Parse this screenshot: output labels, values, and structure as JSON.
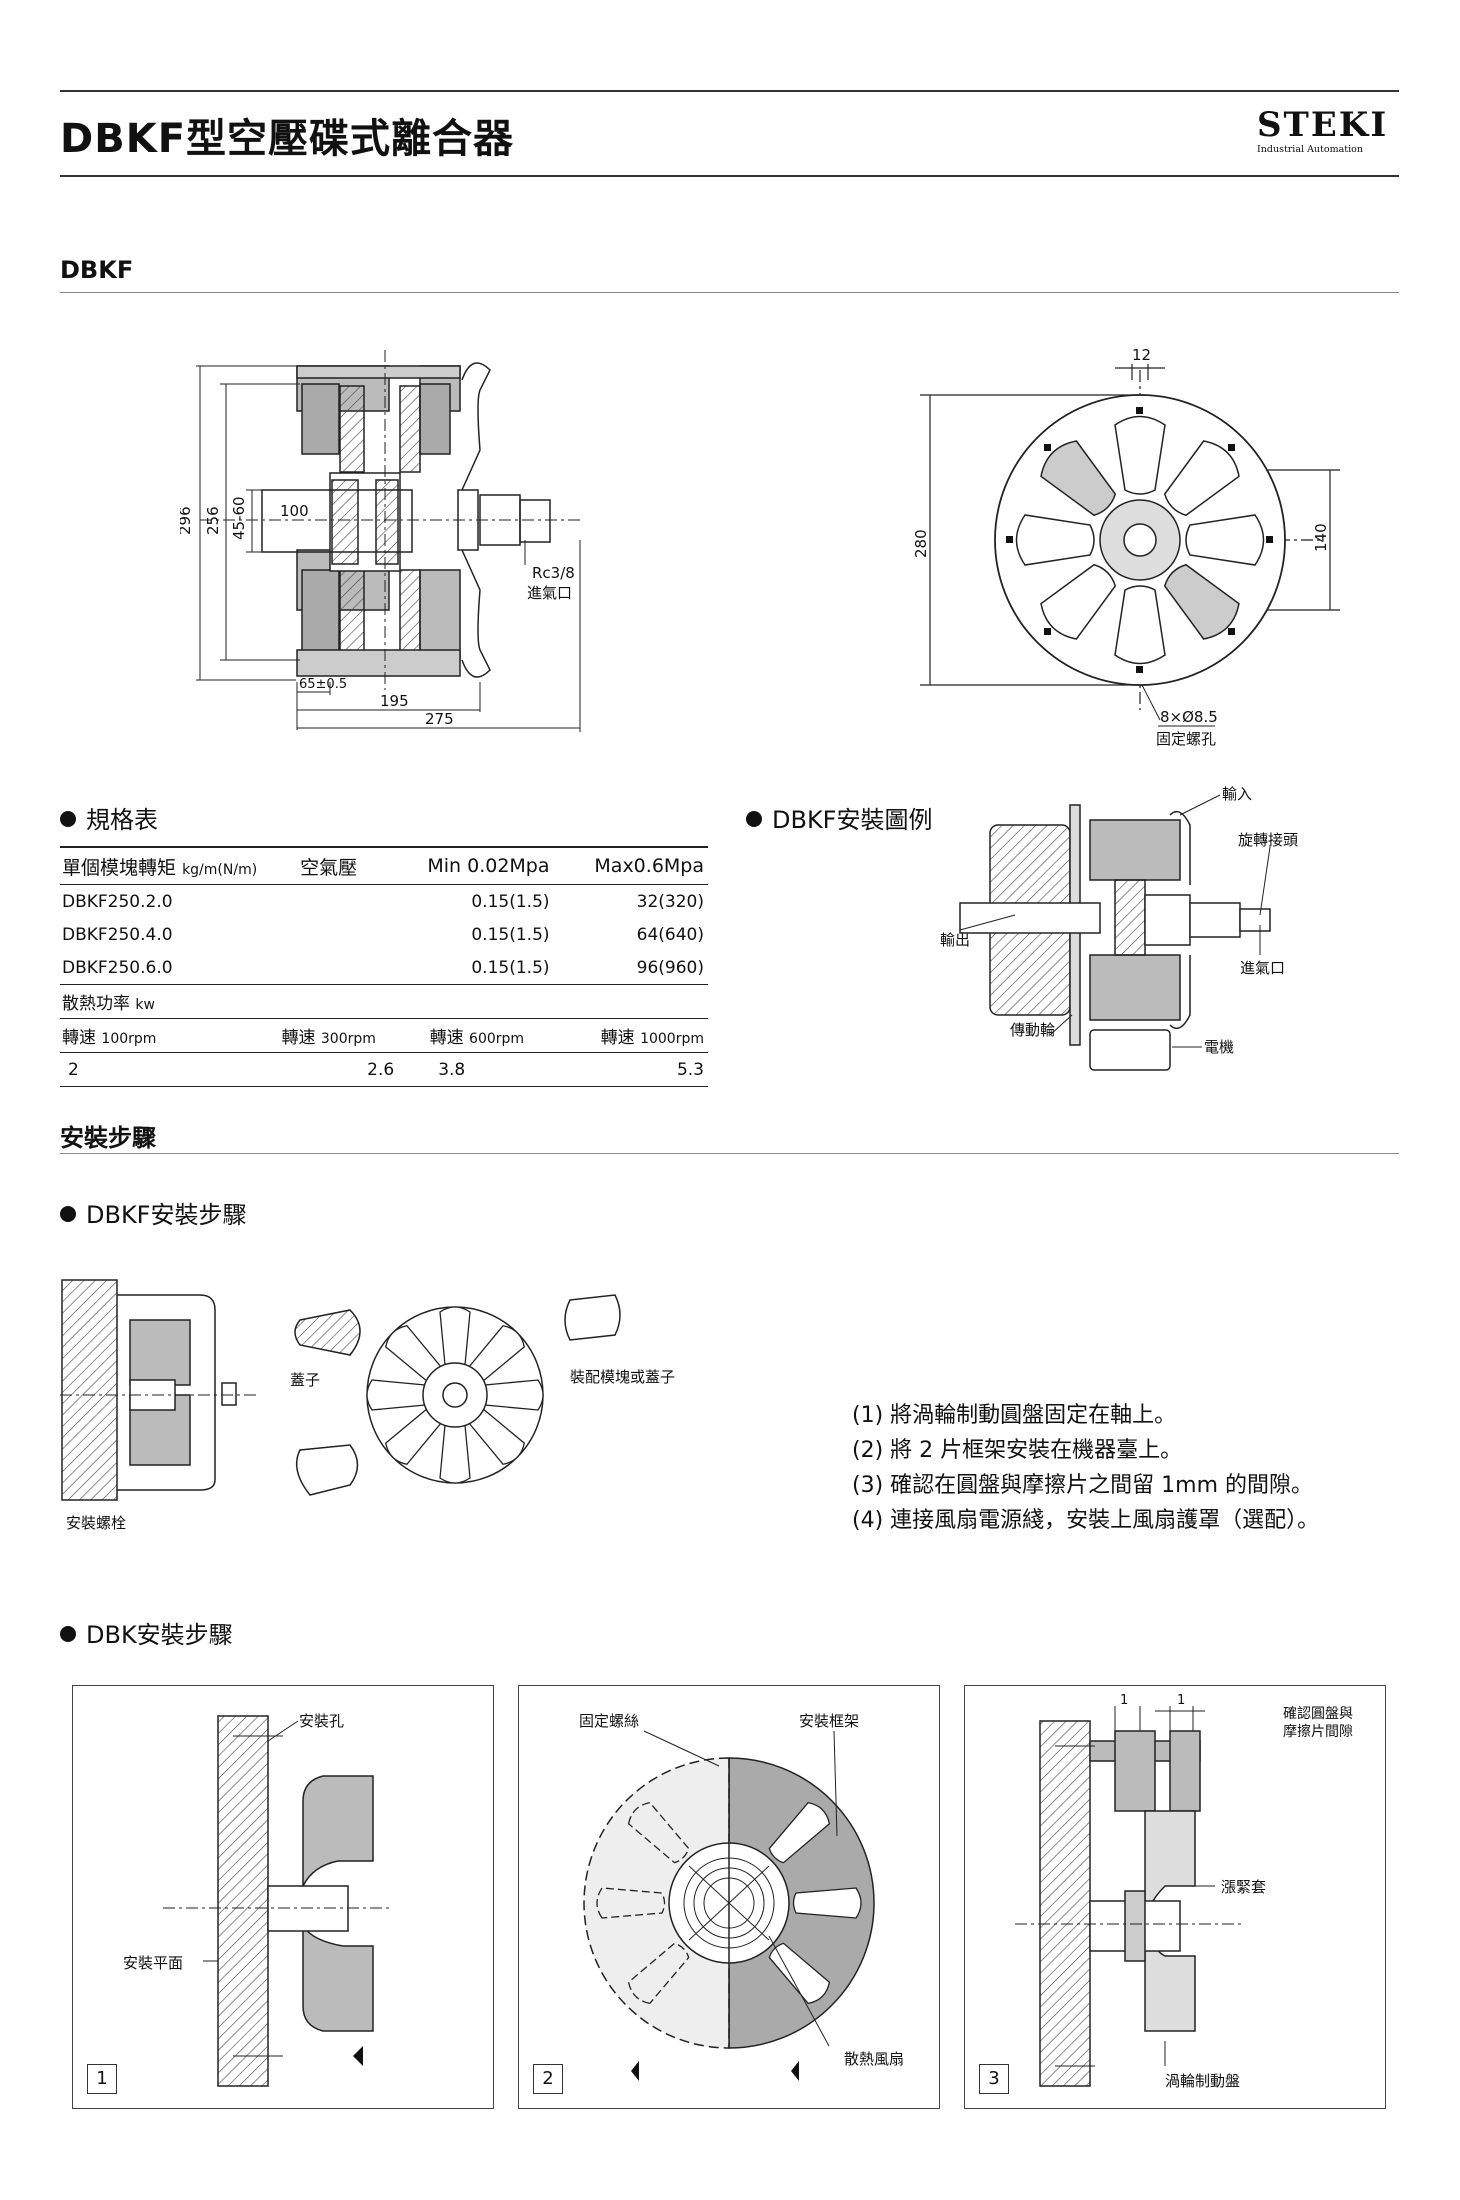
{
  "header": {
    "title": "DBKF型空壓碟式離合器",
    "logo_main": "STEKI",
    "logo_sub": "Industrial Automation"
  },
  "section_model": "DBKF",
  "drawing_side": {
    "dims": [
      "296",
      "256",
      "45-60",
      "100",
      "65±0.5",
      "195",
      "275"
    ],
    "port_label": "Rc3/8",
    "port_name": "進氣口"
  },
  "drawing_front": {
    "dims": [
      "12",
      "280",
      "140"
    ],
    "hole_label": "8×Ø8.5",
    "hole_name": "固定螺孔"
  },
  "spec": {
    "heading": "規格表",
    "header": {
      "col1": "單個模塊轉矩",
      "col1_unit": "kg/m(N/m)",
      "col2": "空氣壓",
      "col3": "Min 0.02Mpa",
      "col4": "Max0.6Mpa"
    },
    "rows": [
      {
        "model": "DBKF250.2.0",
        "min": "0.15(1.5)",
        "max": "32(320)"
      },
      {
        "model": "DBKF250.4.0",
        "min": "0.15(1.5)",
        "max": "64(640)"
      },
      {
        "model": "DBKF250.6.0",
        "min": "0.15(1.5)",
        "max": "96(960)"
      }
    ],
    "heat_label": "散熱功率",
    "heat_unit": "kw",
    "speed_label": "轉速",
    "speeds": [
      "100rpm",
      "300rpm",
      "600rpm",
      "1000rpm"
    ],
    "heat_values": [
      "2",
      "2.6",
      "3.8",
      "5.3"
    ]
  },
  "install_example": {
    "heading": "DBKF安裝圖例",
    "labels": {
      "input": "輸入",
      "rotary_joint": "旋轉接頭",
      "output": "輸出",
      "air_inlet": "進氣口",
      "drive_wheel": "傳動輪",
      "motor": "電機"
    }
  },
  "install_steps": {
    "heading": "安裝步驟",
    "dbkf_heading": "DBKF安裝步驟",
    "dbkf_labels": {
      "bolt": "安裝螺栓",
      "cover": "蓋子",
      "assemble": "裝配模塊或蓋子"
    },
    "steps": [
      "(1) 將渦輪制動圓盤固定在軸上。",
      "(2) 將 2 片框架安裝在機器臺上。",
      "(3) 確認在圓盤與摩擦片之間留 1mm 的間隙。",
      "(4) 連接風扇電源綫，安裝上風扇護罩（選配）。"
    ],
    "dbk_heading": "DBK安裝步驟",
    "panels": [
      {
        "num": "1",
        "labels": {
          "hole": "安裝孔",
          "surface": "安裝平面"
        }
      },
      {
        "num": "2",
        "labels": {
          "screw": "固定螺絲",
          "frame": "安裝框架",
          "fan": "散熱風扇"
        }
      },
      {
        "num": "3",
        "labels": {
          "dim_a": "1",
          "dim_b": "1",
          "gap_line1": "確認圓盤與",
          "gap_line2": "摩擦片間隙",
          "sleeve": "漲緊套",
          "disc": "渦輪制動盤"
        }
      }
    ]
  }
}
